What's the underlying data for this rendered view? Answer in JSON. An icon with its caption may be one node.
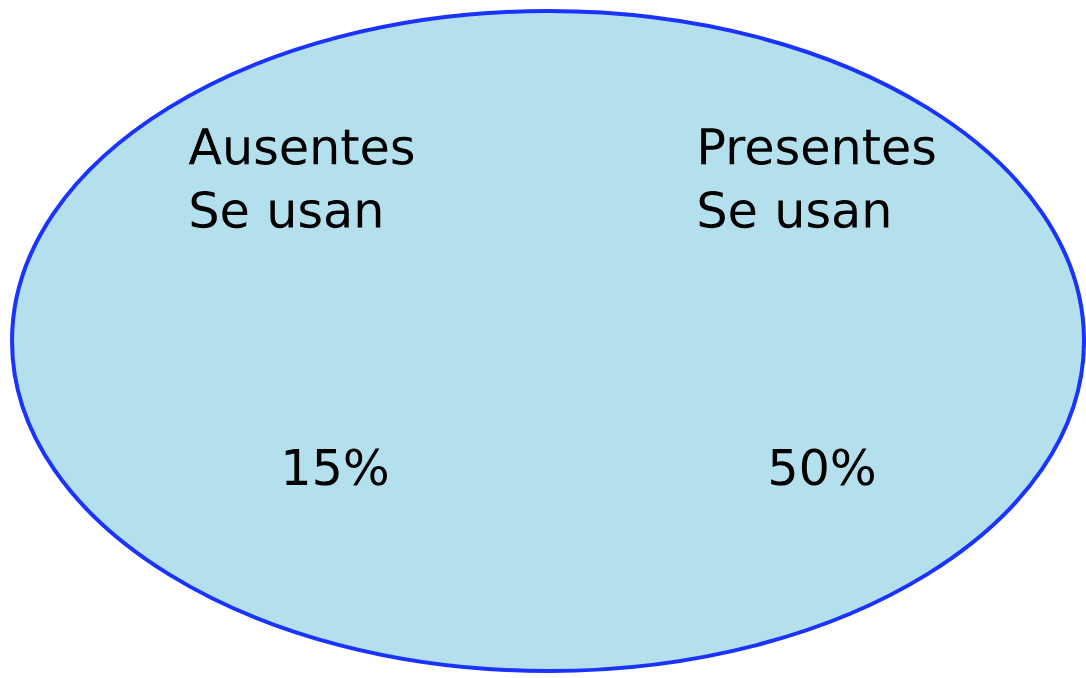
{
  "diagram": {
    "nodes": [
      {
        "text": [
          "Ausentes Se usan",
          "Presentes Se usan",
          "15%",
          "50%"
        ]
      }
    ]
  }
}
